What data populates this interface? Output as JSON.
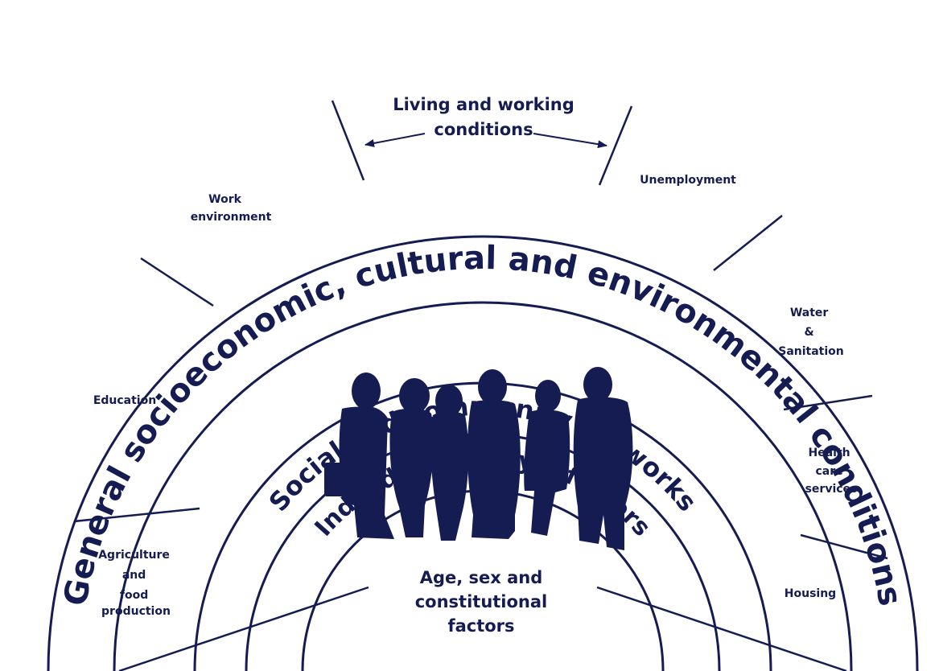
{
  "colors": {
    "ink": "#141c52",
    "background": "#ffffff"
  },
  "layers": {
    "outer": "General socioeconomic, cultural and environmental conditions",
    "social": "Social and community networks",
    "individual": "Individual lifestyle factors"
  },
  "living_working": {
    "line1": "Living and working",
    "line2": "conditions"
  },
  "segments": {
    "agriculture": [
      "Agriculture",
      "and",
      "food",
      "production"
    ],
    "education": [
      "Education"
    ],
    "work_environment": [
      "Work",
      "environment"
    ],
    "unemployment": [
      "Unemployment"
    ],
    "water_sanitation": [
      "Water",
      "&",
      "Sanitation"
    ],
    "health_care": [
      "Health",
      "care",
      "services"
    ],
    "housing": [
      "Housing"
    ]
  },
  "core": {
    "line1": "Age, sex and",
    "line2": "constitutional",
    "line3": "factors"
  },
  "icons": {
    "people": "people-silhouettes-icon",
    "arrow_left": "arrow-left-icon",
    "arrow_right": "arrow-right-icon"
  }
}
